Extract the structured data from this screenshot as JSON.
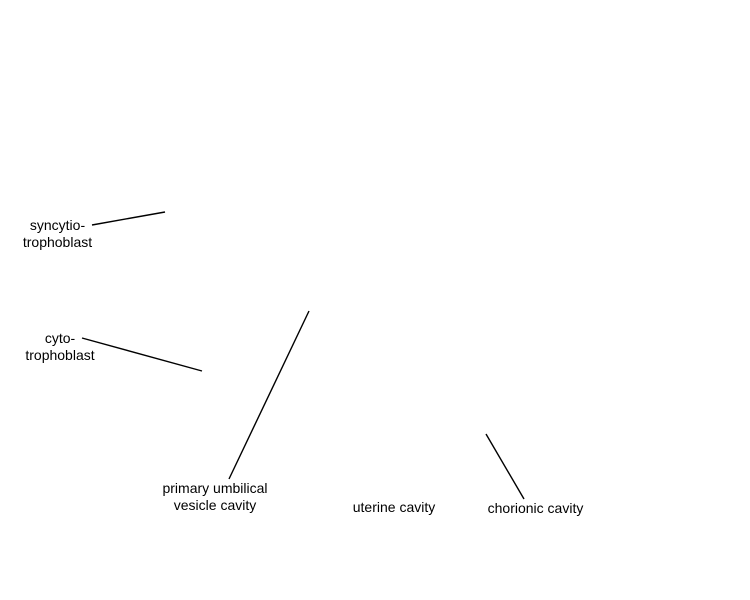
{
  "labels": {
    "syncytiotrophoblast": {
      "line1": "syncytio-",
      "line2": "trophoblast"
    },
    "cytotrophoblast": {
      "line1": "cyto-",
      "line2": "trophoblast"
    },
    "primary_umbilical_vesicle_cavity": {
      "line1": "primary umbilical",
      "line2": "vesicle cavity"
    },
    "uterine_cavity": {
      "text": "uterine cavity"
    },
    "chorionic_cavity": {
      "text": "chorionic cavity"
    }
  },
  "colors": {
    "leader_line": "#000000",
    "text": "#000000",
    "background": "#ffffff"
  }
}
